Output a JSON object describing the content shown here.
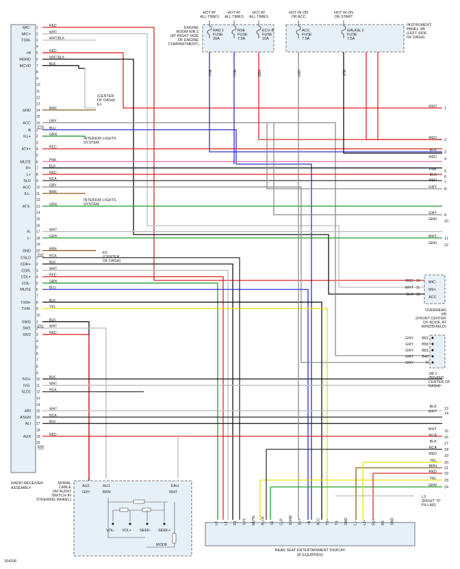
{
  "diagram_id": "254336",
  "radio": {
    "title": [
      "RADIO RECEIVER",
      "ASSEMBLY"
    ],
    "connectors": [
      "E76",
      "E62",
      "E61",
      "E69"
    ],
    "pins": [
      {
        "n": "1",
        "label": "MIC-",
        "color": "RED"
      },
      {
        "n": "2",
        "label": "MIC+",
        "color": "WHT"
      },
      {
        "n": "3",
        "label": "TSW-",
        "color": "WHT/BLK"
      },
      {
        "n": "4",
        "label": "",
        "color": ""
      },
      {
        "n": "5",
        "label": "+B",
        "color": "RED"
      },
      {
        "n": "6",
        "label": "MGND",
        "color": "WHT/BLK"
      },
      {
        "n": "7",
        "label": "MCVD",
        "color": "BLK"
      },
      {
        "n": "8",
        "label": "",
        "color": ""
      },
      {
        "n": "9",
        "label": "",
        "color": ""
      },
      {
        "n": "10",
        "label": "",
        "color": ""
      },
      {
        "n": "11",
        "label": "",
        "color": ""
      },
      {
        "n": "12",
        "label": "",
        "color": ""
      },
      {
        "n": "13",
        "label": "",
        "color": ""
      },
      {
        "n": "14",
        "label": "GND",
        "color": "BRN"
      },
      {
        "n": "15",
        "label": "",
        "color": ""
      },
      {
        "n": "16",
        "label": "ACC",
        "color": "GRY"
      },
      {
        "n": "1",
        "label": "B",
        "color": "BLU"
      },
      {
        "n": "2",
        "label": "ILL+",
        "color": "GRN"
      },
      {
        "n": "3",
        "label": "",
        "color": ""
      },
      {
        "n": "4",
        "label": "ATX+",
        "color": "RED"
      },
      {
        "n": "5",
        "label": "",
        "color": ""
      },
      {
        "n": "6",
        "label": "MUTE",
        "color": "PNK"
      },
      {
        "n": "7",
        "label": "R+",
        "color": "BLK"
      },
      {
        "n": "8",
        "label": "L+",
        "color": "RED"
      },
      {
        "n": "9",
        "label": "SLD",
        "color": "NCA"
      },
      {
        "n": "10",
        "label": "ACC",
        "color": "GRY"
      },
      {
        "n": "11",
        "label": "ILL-",
        "color": "BRN"
      },
      {
        "n": "12",
        "label": "",
        "color": ""
      },
      {
        "n": "13",
        "label": "ATX-",
        "color": "GRN"
      },
      {
        "n": "14",
        "label": "",
        "color": ""
      },
      {
        "n": "15",
        "label": "",
        "color": ""
      },
      {
        "n": "16",
        "label": "",
        "color": ""
      },
      {
        "n": "17",
        "label": "R-",
        "color": "WHT"
      },
      {
        "n": "18",
        "label": "L-",
        "color": "GRN"
      },
      {
        "n": "19",
        "label": "",
        "color": ""
      },
      {
        "n": "20",
        "label": "GND",
        "color": "BRN"
      },
      {
        "n": "1",
        "label": "CSLD",
        "color": "NCA"
      },
      {
        "n": "2",
        "label": "CDR+",
        "color": "BLK"
      },
      {
        "n": "3",
        "label": "CDR-",
        "color": "WHT"
      },
      {
        "n": "4",
        "label": "CDL+",
        "color": "RED"
      },
      {
        "n": "5",
        "label": "CDL-",
        "color": "GRN"
      },
      {
        "n": "6",
        "label": "MUTE",
        "color": "BLU"
      },
      {
        "n": "7",
        "label": "",
        "color": ""
      },
      {
        "n": "8",
        "label": "TXM+",
        "color": "BLK"
      },
      {
        "n": "9",
        "label": "TXM-",
        "color": "YEL"
      },
      {
        "n": "10",
        "label": "",
        "color": ""
      },
      {
        "n": "1",
        "label": "SWG",
        "color": "BLK"
      },
      {
        "n": "2",
        "label": "SW1",
        "color": "WHT"
      },
      {
        "n": "3",
        "label": "SW2",
        "color": "RED"
      },
      {
        "n": "4",
        "label": "",
        "color": ""
      },
      {
        "n": "5",
        "label": "",
        "color": ""
      },
      {
        "n": "6",
        "label": "",
        "color": ""
      },
      {
        "n": "7",
        "label": "",
        "color": ""
      },
      {
        "n": "8",
        "label": "",
        "color": ""
      },
      {
        "n": "9",
        "label": "",
        "color": ""
      },
      {
        "n": "10",
        "label": "IVO+",
        "color": "BLK"
      },
      {
        "n": "11",
        "label": "IVG-",
        "color": "WHT"
      },
      {
        "n": "12",
        "label": "SLD1",
        "color": "NCA"
      },
      {
        "n": "13",
        "label": "",
        "color": ""
      },
      {
        "n": "14",
        "label": "",
        "color": ""
      },
      {
        "n": "15",
        "label": "ARI",
        "color": "WHT"
      },
      {
        "n": "16",
        "label": "ASGN",
        "color": "NCA"
      },
      {
        "n": "17",
        "label": "ALI",
        "color": "BLK"
      },
      {
        "n": "18",
        "label": "",
        "color": ""
      },
      {
        "n": "19",
        "label": "AUX",
        "color": "RED"
      },
      {
        "n": "20",
        "label": "",
        "color": ""
      }
    ]
  },
  "fuses": [
    {
      "header": [
        "HOT AT",
        "ALL TIMES"
      ],
      "name": [
        "RAD 1",
        "FUSE",
        "20A"
      ],
      "wire": "BLU"
    },
    {
      "header": [
        "HOT AT",
        "ALL TIMES"
      ],
      "name": [
        "RSE",
        "FUSE",
        "7.5A"
      ],
      "wire": "BLU"
    },
    {
      "header": [
        "HOT AT",
        "ALL TIMES"
      ],
      "name": [
        "ECU-B",
        "FUSE",
        "10A"
      ],
      "wire": "RED"
    },
    {
      "header": [
        "HOT IN ON",
        "OR ACC"
      ],
      "name": [
        "ACC",
        "FUSE",
        "7.5A"
      ],
      "wire": "GRY"
    },
    {
      "header": [
        "HOT IN ON",
        "OR START"
      ],
      "name": [
        "GAUGE 2",
        "FUSE",
        "7.5A"
      ],
      "wire": "BLK"
    }
  ],
  "engine_room_rb": [
    "ENGINE",
    "ROOM R/B 2",
    "(AT RIGHT SIDE",
    "OF ENGINE",
    "COMPARTMENT)"
  ],
  "instrument_panel_jb": [
    "INSTRUMENT",
    "PANEL J/B",
    "(LEFT SIDE",
    "OF DASH)"
  ],
  "ground_e1": [
    "E1",
    "(CENTER",
    "OF DASH)"
  ],
  "ground_e5": [
    "E5",
    "(CENTER",
    "OF DASH)"
  ],
  "interior_lights": [
    "INTERIOR LIGHTS",
    "SYSTEM"
  ],
  "overhead_jb": {
    "title": [
      "OVERHEAD",
      "J/B",
      "(FRONT CENTER",
      "OF ROOF, AT",
      "WINDSHIELD)"
    ],
    "pins": [
      "MIC-",
      "MI/+",
      "ACC"
    ],
    "wires": [
      {
        "color": "RED",
        "n": "10"
      },
      {
        "color": "WHT",
        "n": "11"
      },
      {
        "color": "BLK",
        "n": "12"
      }
    ]
  },
  "jb1": {
    "title": [
      "J/B 1",
      "(BEHIND",
      "CENTER OF",
      "DASH)"
    ],
    "pins": [
      "B52",
      "B55",
      "B53",
      "B40",
      "R"
    ],
    "color": "GRY"
  },
  "ground_l3": [
    "L3",
    "(RIGHT \"D\"",
    "PILLAR)"
  ],
  "spiral": {
    "title": [
      "SPIRAL",
      "CABLE",
      "(W/ AUDIO",
      "SWITCH IN",
      "STEERING WHEEL)"
    ],
    "labels": [
      "GRY",
      "BRN",
      "WHT"
    ],
    "pins": [
      "AU2",
      "AU1",
      "EAU"
    ],
    "switches": [
      "VOL-",
      "VOL+",
      "SEEK-",
      "SEEK+",
      "MODE"
    ]
  },
  "rsed": {
    "title": [
      "REAR SEAT ENTERTAINMENT DISPLAY",
      "(IF EQUIPPED)"
    ],
    "pins": [
      "LF",
      "L4",
      "R2",
      "SYS",
      "MUTE",
      "BLCK",
      "S1",
      "CLR",
      "SGND",
      "SV+",
      "+B",
      "ACC",
      "TX+",
      "TX-",
      "GND",
      "L1-",
      "L2+",
      "R1+",
      "R2-",
      "GND"
    ]
  },
  "right_wires": [
    {
      "n": "1",
      "color": "RED"
    },
    {
      "n": "2",
      "color": "RED"
    },
    {
      "n": "3",
      "color": "BLK"
    },
    {
      "n": "4",
      "color": "RED"
    },
    {
      "n": "5",
      "color": "PNK"
    },
    {
      "n": "6",
      "color": "BLK"
    },
    {
      "n": "7",
      "color": "RED"
    },
    {
      "n": "8",
      "color": "GRY"
    },
    {
      "n": "9",
      "color": "GRY"
    },
    {
      "n": "10",
      "color": "GRN"
    },
    {
      "n": "11",
      "color": "WHT"
    },
    {
      "n": "12",
      "color": "GRN"
    },
    {
      "n": "13",
      "color": "BLK"
    },
    {
      "n": "14",
      "color": "WHT"
    },
    {
      "n": "15",
      "color": "WHT"
    },
    {
      "n": "16",
      "color": "NCA"
    },
    {
      "n": "17",
      "color": "BLK"
    },
    {
      "n": "18",
      "color": "NCA"
    },
    {
      "n": "19",
      "color": "RED"
    },
    {
      "n": "20",
      "color": "YEL"
    },
    {
      "n": "21",
      "color": "BRN"
    },
    {
      "n": "22",
      "color": "RED"
    },
    {
      "n": "23",
      "color": "YEL"
    },
    {
      "n": "24",
      "color": "GRN"
    }
  ],
  "wire_colors": {
    "RED": "#e02020",
    "BLU": "#2a2ad0",
    "GRN": "#1e9a2e",
    "YEL": "#e8e000",
    "BLK": "#111111",
    "WHT": "#bbbbbb",
    "GRY": "#8a8a8a",
    "BRN": "#8a5a1a",
    "PNK": "#e070b0",
    "NCA": "#333333"
  }
}
